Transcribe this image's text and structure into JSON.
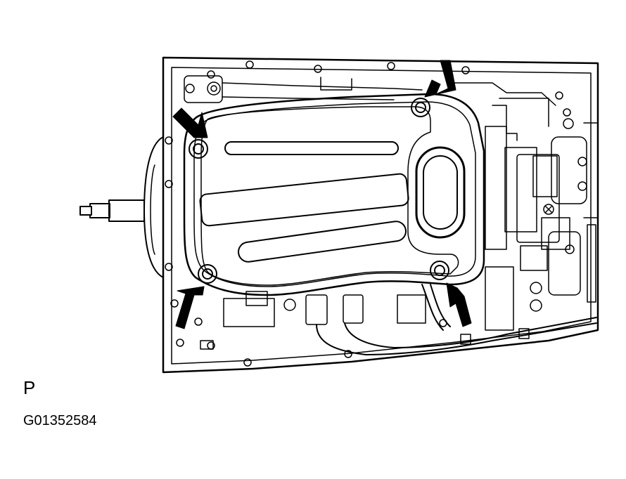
{
  "figure": {
    "view_label": "P",
    "figure_code": "G01352584",
    "ink_color": "#000000",
    "background_color": "#ffffff",
    "callout_arrow_count": 4
  }
}
